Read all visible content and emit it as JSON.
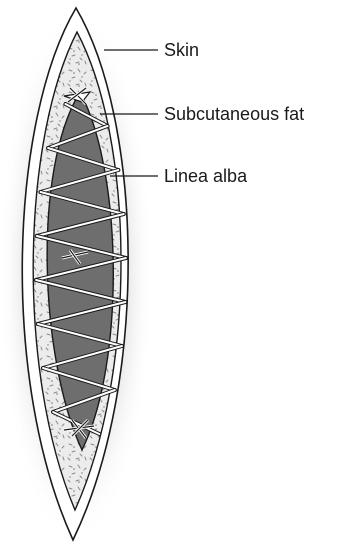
{
  "figure": {
    "labels": {
      "skin": "Skin",
      "subcutaneous_fat": "Subcutaneous fat",
      "linea_alba": "Linea alba"
    }
  },
  "colors": {
    "background": "#ffffff",
    "halo": "#d9d9d9",
    "skin_fill": "#ffffff",
    "fat_fill": "#ececec",
    "fat_speckle": "#8a8a8a",
    "fascia_fill": "#6e6e6e",
    "outline": "#1a1a1a",
    "suture": "#ffffff"
  }
}
